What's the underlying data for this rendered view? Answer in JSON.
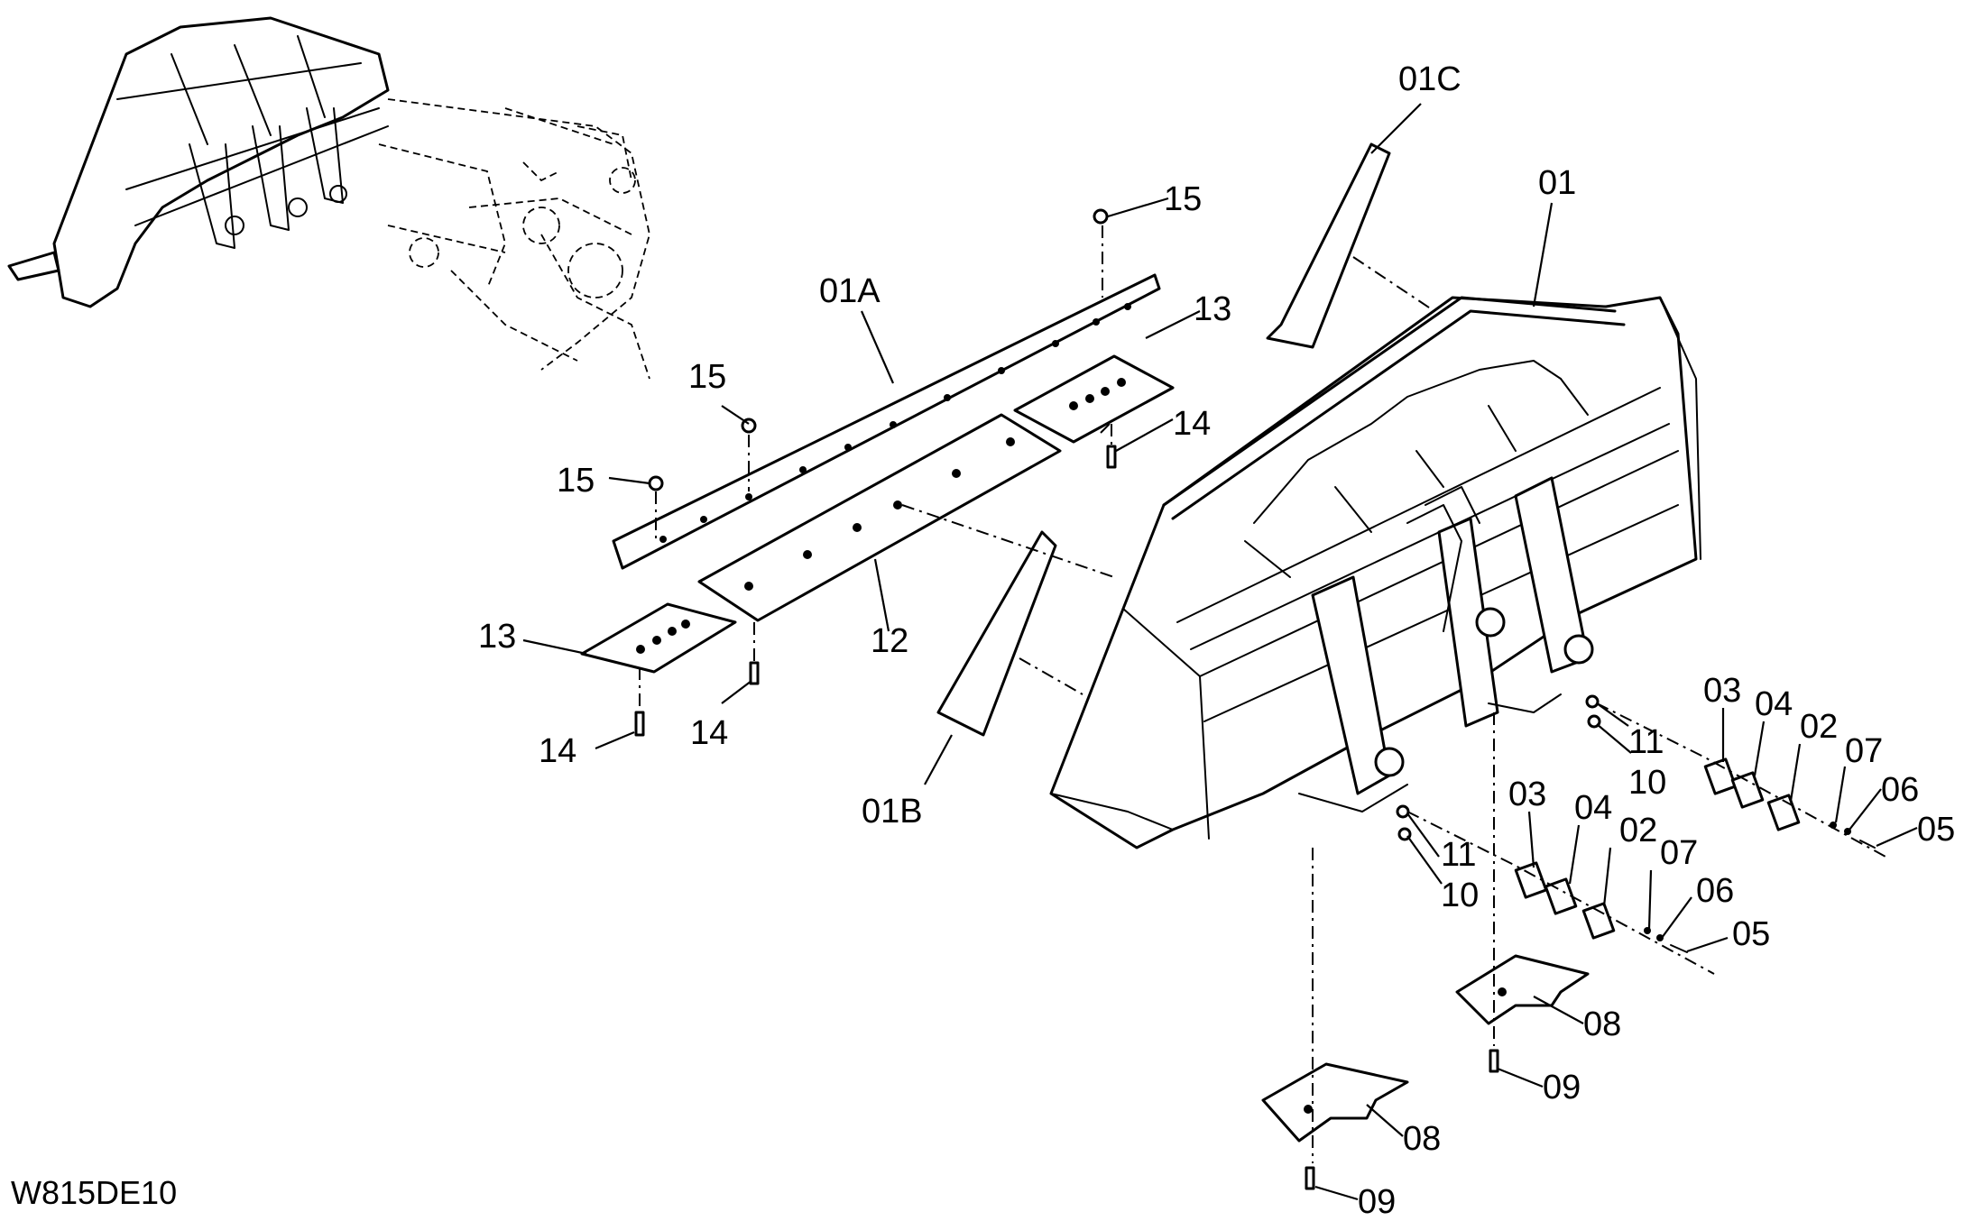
{
  "diagram": {
    "code": "W815DE10",
    "labels": {
      "l01": "01",
      "l01A": "01A",
      "l01B": "01B",
      "l01C": "01C",
      "l02a": "02",
      "l02b": "02",
      "l03a": "03",
      "l03b": "03",
      "l04a": "04",
      "l04b": "04",
      "l05a": "05",
      "l05b": "05",
      "l06a": "06",
      "l06b": "06",
      "l07a": "07",
      "l07b": "07",
      "l08a": "08",
      "l08b": "08",
      "l09a": "09",
      "l09b": "09",
      "l10a": "10",
      "l10b": "10",
      "l11a": "11",
      "l11b": "11",
      "l12": "12",
      "l13a": "13",
      "l13b": "13",
      "l14a": "14",
      "l14b": "14",
      "l14c": "14",
      "l15a": "15",
      "l15b": "15",
      "l15c": "15"
    }
  }
}
